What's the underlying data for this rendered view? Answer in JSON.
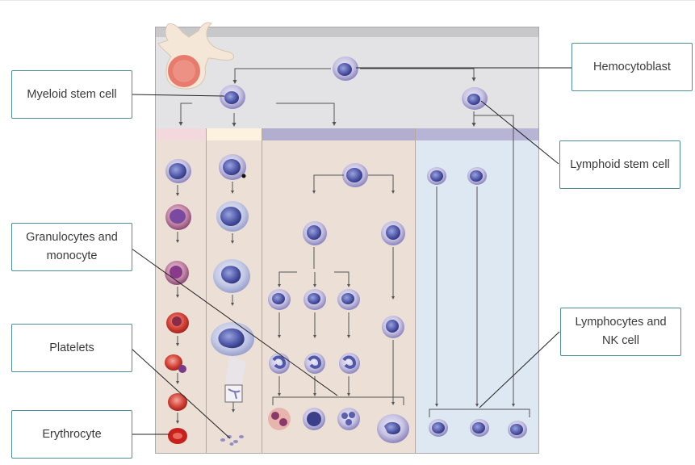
{
  "labels": {
    "myeloid_stem_cell": "Myeloid stem cell",
    "granulocytes_line1": "Granulocytes and",
    "granulocytes_line2": "monocyte",
    "platelets": "Platelets",
    "erythrocyte": "Erythrocyte",
    "hemocytoblast": "Hemocytoblast",
    "lymphoid_stem_cell": "Lymphoid stem cell",
    "lymphocytes_line1": "Lymphocytes and",
    "lymphocytes_line2": "NK cell"
  },
  "colors": {
    "label_border": "#4f8f9c",
    "label_text": "#3a3a3a",
    "panel_top": "#e3e3e5",
    "panel_header": "#c8c8ca",
    "column_tan": "#ecdfd5",
    "column_blue": "#dde8f2",
    "erythroid_header": "#f3d8de",
    "megakaryocyte_header": "#fdf2df",
    "myeloid_header": "#b1aed0",
    "lymphoid_header": "#b7b4d6",
    "cell_purple": "#7d75b2",
    "cell_nucleus": "#4a4a9a",
    "red_cell": "#c8201c",
    "bone": "#f4e7d7",
    "marrow": "#e77c6e"
  }
}
